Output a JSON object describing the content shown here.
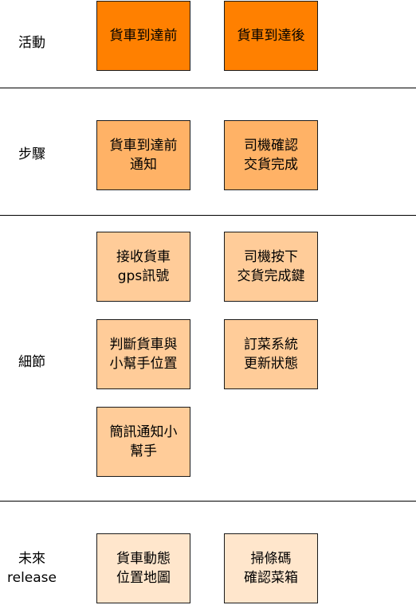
{
  "rows": {
    "activity": {
      "label": "活動",
      "boxes": [
        {
          "lines": [
            "貨車到達前"
          ]
        },
        {
          "lines": [
            "貨車到達後"
          ]
        }
      ]
    },
    "step": {
      "label": "步驟",
      "boxes": [
        {
          "lines": [
            "貨車到達前",
            "通知"
          ]
        },
        {
          "lines": [
            "司機確認",
            "交貨完成"
          ]
        }
      ]
    },
    "detail": {
      "label": "細節",
      "boxes": [
        {
          "lines": [
            "接收貨車",
            "gps訊號"
          ]
        },
        {
          "lines": [
            "司機按下",
            "交貨完成鍵"
          ]
        },
        {
          "lines": [
            "判斷貨車與",
            "小幫手位置"
          ]
        },
        {
          "lines": [
            "訂菜系統",
            "更新狀態"
          ]
        },
        {
          "lines": [
            "簡訊通知小",
            "幫手"
          ]
        }
      ]
    },
    "future": {
      "label_lines": [
        "未來",
        "release"
      ],
      "boxes": [
        {
          "lines": [
            "貨車動態",
            "位置地圖"
          ]
        },
        {
          "lines": [
            "掃條碼",
            "確認菜箱"
          ]
        }
      ]
    }
  },
  "colors": {
    "activity_fill": "#ff8000",
    "step_fill": "#ffb266",
    "detail_fill": "#ffcc99",
    "future_fill": "#ffe6cc",
    "border": "#1a1a1a",
    "divider": "#000000"
  }
}
